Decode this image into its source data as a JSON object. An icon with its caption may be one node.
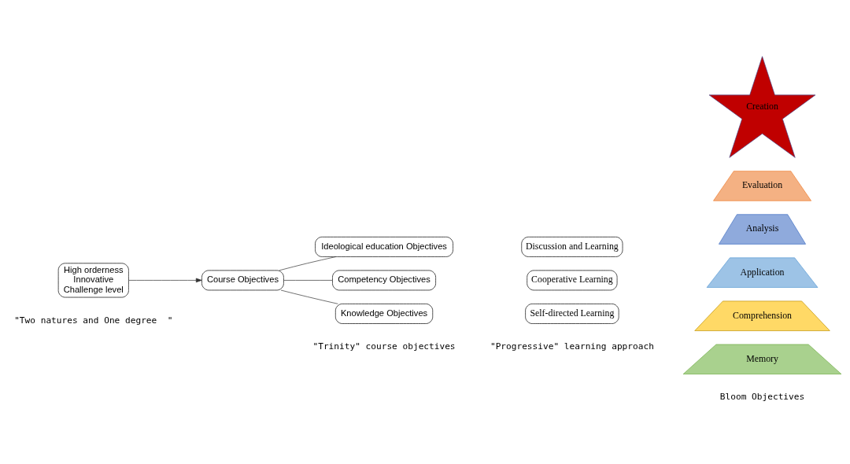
{
  "diagram": {
    "nodes": [
      {
        "text": [
          "High orderness",
          "Innovative",
          "Challenge level"
        ]
      },
      {
        "text": [
          "Course Objectives"
        ]
      },
      {
        "text": [
          "Ideological education Objectives"
        ]
      },
      {
        "text": [
          "Competency Objectives"
        ]
      },
      {
        "text": [
          "Knowledge Objectives"
        ]
      },
      {
        "text": [
          "Self-directed Learning"
        ]
      },
      {
        "text": [
          "Cooperative Learning"
        ]
      },
      {
        "text": [
          "Discussion and Learning"
        ]
      },
      {
        "text": [
          "Creation"
        ]
      },
      {
        "text": [
          "Evaluation"
        ]
      },
      {
        "text": [
          "Analysis"
        ]
      },
      {
        "text": [
          "Application"
        ]
      },
      {
        "text": [
          "Comprehension"
        ]
      },
      {
        "text": [
          "Memory"
        ]
      }
    ],
    "edges": [
      {
        "from": 0,
        "to": 1,
        "arrow": "to"
      },
      {
        "from": 1,
        "to": 2,
        "arrow": "none"
      },
      {
        "from": 1,
        "to": 3,
        "arrow": "none"
      },
      {
        "from": 1,
        "to": 4,
        "arrow": "none"
      }
    ],
    "labels": [
      "\"Two natures and One degree  \"",
      "\"Trinity\" course objectives",
      "\"Progressive\" learning approach",
      "Bloom Objectives"
    ]
  }
}
